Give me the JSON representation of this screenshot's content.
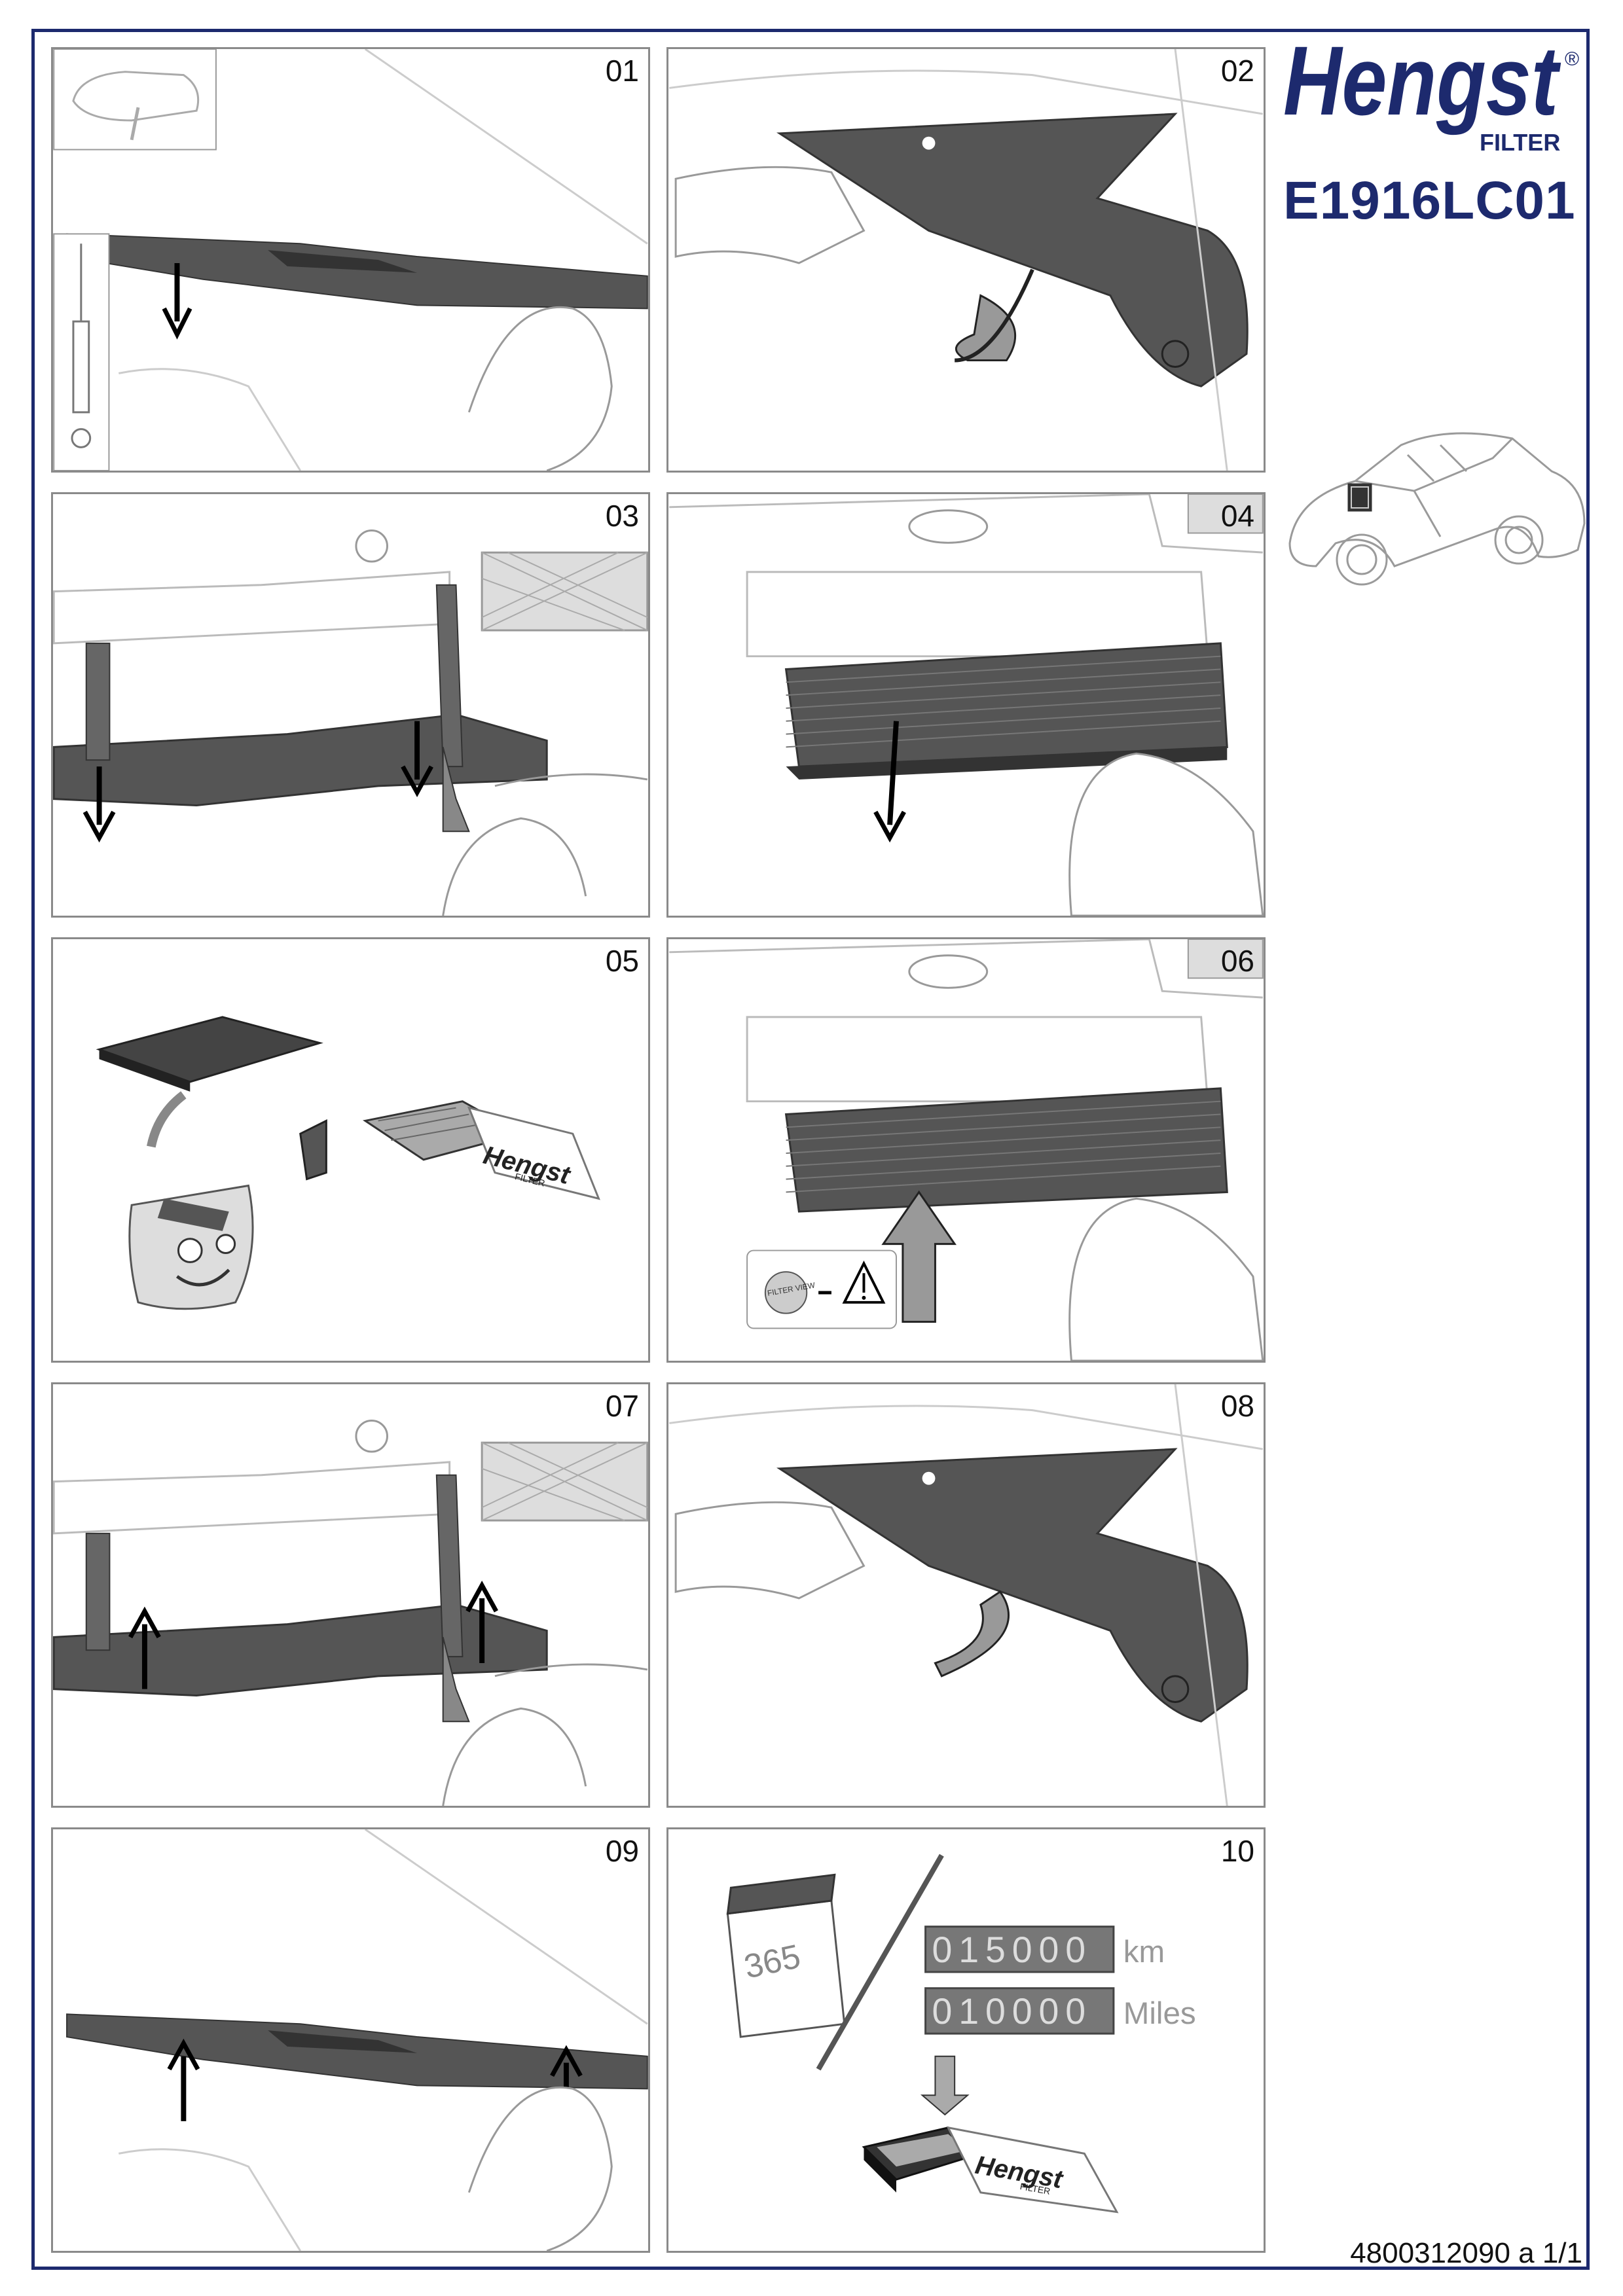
{
  "brand": {
    "logo_text": "Hengst",
    "sub_text": "FILTER",
    "registered": "®",
    "color": "#1d2a6e"
  },
  "product": {
    "code": "E1916LC01"
  },
  "document": {
    "reference": "4800312090 a 1/1"
  },
  "steps": [
    {
      "number": "01"
    },
    {
      "number": "02"
    },
    {
      "number": "03"
    },
    {
      "number": "04"
    },
    {
      "number": "05"
    },
    {
      "number": "06"
    },
    {
      "number": "07"
    },
    {
      "number": "08"
    },
    {
      "number": "09"
    },
    {
      "number": "10"
    }
  ],
  "step05": {
    "box_logo": "Hengst",
    "box_sub": "FILTER"
  },
  "step06": {
    "label_text": "FILTER VIEW"
  },
  "step10": {
    "calendar_days": "365",
    "odometer_km": {
      "digits": "015000",
      "unit": "km"
    },
    "odometer_miles": {
      "digits": "010000",
      "unit": "Miles"
    },
    "box_logo": "Hengst",
    "box_sub": "FILTER"
  }
}
